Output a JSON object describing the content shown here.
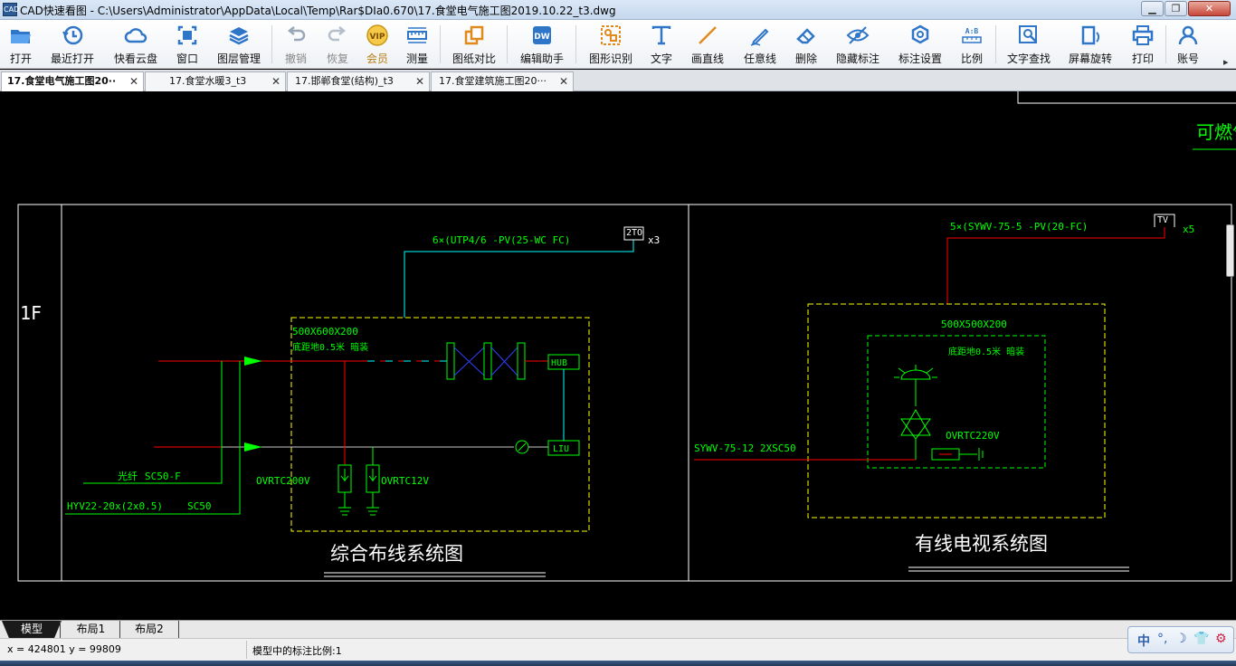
{
  "window": {
    "title": "CAD快速看图 - C:\\Users\\Administrator\\AppData\\Local\\Temp\\Rar$DIa0.670\\17.食堂电气施工图2019.10.22_t3.dwg",
    "icon_text": "CAD",
    "minimize": "▁",
    "maximize": "❐",
    "close": "✕"
  },
  "toolbar": [
    {
      "id": "open",
      "label": "打开",
      "icon": "folder-open-icon"
    },
    {
      "id": "recent",
      "label": "最近打开",
      "icon": "clock-icon"
    },
    {
      "id": "cloud",
      "label": "快看云盘",
      "icon": "cloud-icon"
    },
    {
      "id": "window",
      "label": "窗口",
      "icon": "window-icon"
    },
    {
      "id": "layers",
      "label": "图层管理",
      "icon": "layers-icon"
    },
    {
      "id": "undo",
      "label": "撤销",
      "icon": "undo-icon"
    },
    {
      "id": "redo",
      "label": "恢复",
      "icon": "redo-icon"
    },
    {
      "id": "vip",
      "label": "会员",
      "icon": "vip-icon"
    },
    {
      "id": "measure",
      "label": "测量",
      "icon": "ruler-icon"
    },
    {
      "id": "compare",
      "label": "图纸对比",
      "icon": "compare-icon"
    },
    {
      "id": "editor",
      "label": "编辑助手",
      "icon": "edit-assistant-icon"
    },
    {
      "id": "recognize",
      "label": "图形识别",
      "icon": "shape-recognize-icon"
    },
    {
      "id": "text",
      "label": "文字",
      "icon": "text-icon"
    },
    {
      "id": "line",
      "label": "画直线",
      "icon": "line-icon"
    },
    {
      "id": "freeline",
      "label": "任意线",
      "icon": "pen-icon"
    },
    {
      "id": "delete",
      "label": "删除",
      "icon": "eraser-icon"
    },
    {
      "id": "hide",
      "label": "隐藏标注",
      "icon": "hide-eye-icon"
    },
    {
      "id": "annot-settings",
      "label": "标注设置",
      "icon": "settings-icon"
    },
    {
      "id": "scale",
      "label": "比例",
      "icon": "scale-icon"
    },
    {
      "id": "findtext",
      "label": "文字查找",
      "icon": "find-text-icon"
    },
    {
      "id": "rotate",
      "label": "屏幕旋转",
      "icon": "rotate-screen-icon"
    },
    {
      "id": "print",
      "label": "打印",
      "icon": "printer-icon"
    },
    {
      "id": "account",
      "label": "账号",
      "icon": "user-icon"
    }
  ],
  "toolbar_more": "▸",
  "tabs": [
    {
      "label": "17.食堂电气施工图20··",
      "active": true
    },
    {
      "label": "17.食堂水暖3_t3",
      "active": false
    },
    {
      "label": "17.邯郸食堂(结构)_t3",
      "active": false
    },
    {
      "label": "17.食堂建筑施工图20···",
      "active": false
    }
  ],
  "tab_close": "✕",
  "drawing": {
    "floor_label": "1F",
    "top_right_label": "可燃气",
    "cabling": {
      "cable_label": "6×(UTP4/6 -PV(25-WC FC)",
      "outlet_label": "2TO",
      "outlet_count": "x3",
      "box_size": "500X600X200",
      "box_note": "底距地0.5米 暗装",
      "hub": "HUB",
      "liu": "LIU",
      "left_power": "OVRTC200V",
      "right_power": "OVRTC12V",
      "line1_a": "光纤",
      "line1_b": "SC50-F",
      "line2_a": "HYV22-20x(2x0.5)",
      "line2_b": "SC50",
      "title": "综合布线系统图"
    },
    "tv": {
      "cable_label": "5×(SYWV-75-5 -PV(20-FC)",
      "tv_label": "TV",
      "tv_count": "x5",
      "box_size": "500X500X200",
      "box_note": "底距地0.5米 暗装",
      "power": "OVRTC220V",
      "input_label": "SYWV-75-12 2XSC50",
      "title": "有线电视系统图"
    }
  },
  "layout_tabs": [
    "模型",
    "布局1",
    "布局2"
  ],
  "status": {
    "coords": "x = 424801  y = 99809",
    "scale": "模型中的标注比例:1"
  },
  "ime": [
    "中",
    "°,",
    "☽",
    "👕",
    "⚙"
  ],
  "colors": {
    "cad_green": "#00ff00",
    "cad_red": "#ff0000",
    "cad_cyan": "#00ffff",
    "cad_yellow": "#ffff00",
    "cad_white": "#ffffff",
    "cad_blue": "#3040ff"
  }
}
